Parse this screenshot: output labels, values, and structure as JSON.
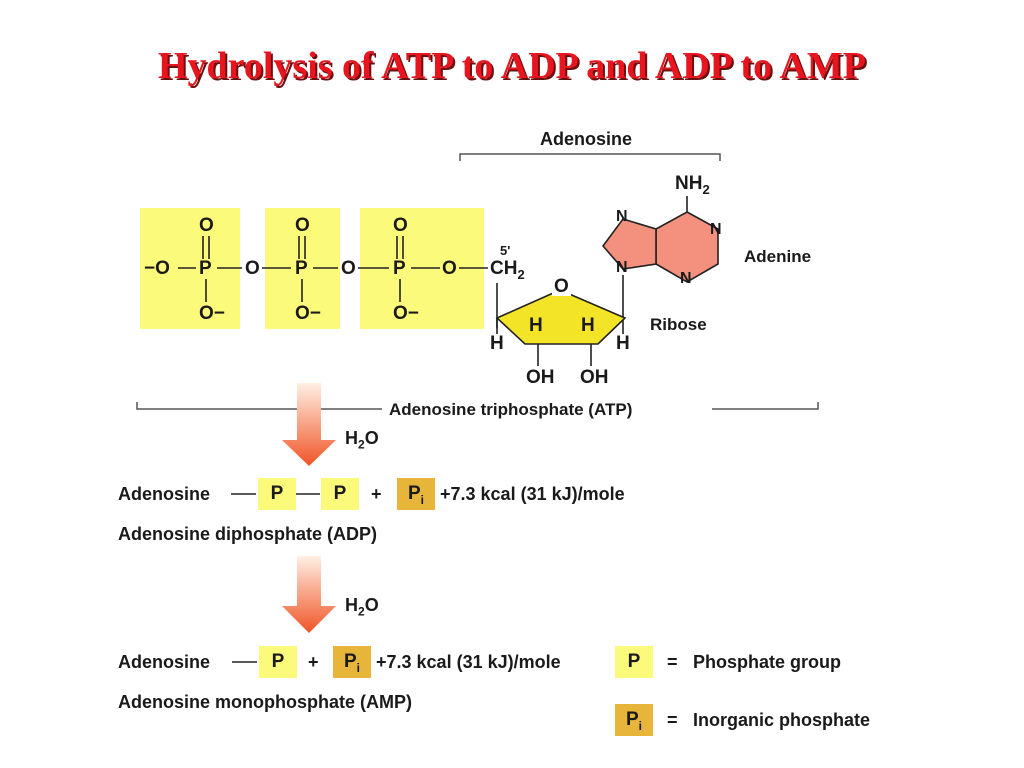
{
  "title": "Hydrolysis of ATP to ADP and ADP to AMP",
  "atp": {
    "adenosine_label": "Adenosine",
    "adenine_label": "Adenine",
    "ribose_label": "Ribose",
    "nh2": "NH",
    "nh2_sub": "2",
    "n": "N",
    "o": "O",
    "o_minus": "O−",
    "neg_o": "−O",
    "p": "P",
    "h": "H",
    "oh": "OH",
    "five_prime": "5'",
    "ch2": "CH",
    "ch2_sub": "2",
    "atp_label": "Adenosine triphosphate (ATP)"
  },
  "water": {
    "h": "H",
    "sub": "2",
    "o": "O"
  },
  "adp": {
    "adenosine": "Adenosine",
    "p": "P",
    "plus": "+",
    "pi": "P",
    "pi_sub": "i",
    "energy": "+7.3 kcal (31 kJ)/mole",
    "label": "Adenosine diphosphate (ADP)"
  },
  "amp": {
    "adenosine": "Adenosine",
    "p": "P",
    "plus": "+",
    "pi": "P",
    "pi_sub": "i",
    "energy": "+7.3 kcal (31 kJ)/mole",
    "label": "Adenosine monophosphate (AMP)"
  },
  "legend": {
    "p": "P",
    "equals": "=",
    "phosphate_group": "Phosphate group",
    "pi": "P",
    "pi_sub": "i",
    "inorganic_phosphate": "Inorganic phosphate"
  },
  "colors": {
    "title": "#e8141e",
    "phosphate_box": "#fcfa7a",
    "inorganic_box": "#e6b53a",
    "adenine_fill": "#f3907e",
    "ribose_fill": "#f4e427",
    "arrow_top": "#fff0e4",
    "arrow_bottom": "#f05426"
  }
}
